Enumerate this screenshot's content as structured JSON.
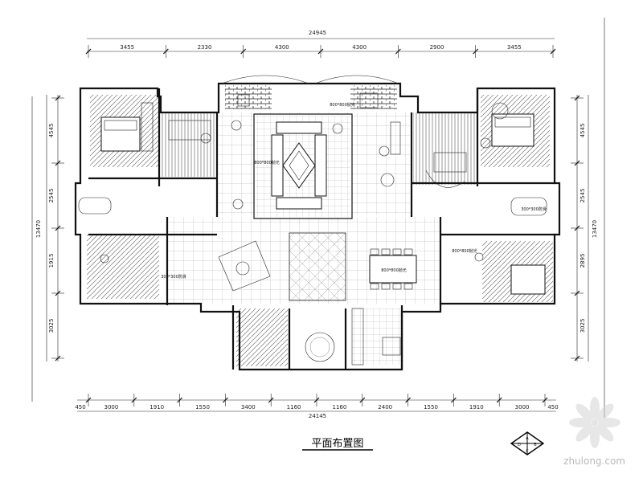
{
  "title": "平面布置图",
  "overall_width": "24145",
  "top_total": "24945",
  "top_dims": [
    "3455",
    "2330",
    "4300",
    "4300",
    "2900",
    "3455"
  ],
  "bottom_dims": [
    "3000",
    "1910",
    "1550",
    "3400",
    "1160",
    "1160",
    "2400",
    "1550",
    "1910",
    "3000"
  ],
  "bottom_edge_left": "450",
  "bottom_edge_right": "450",
  "left_dims": [
    "4545",
    "2545",
    "1915",
    "3025"
  ],
  "left_total": "13470",
  "right_dims": [
    "4545",
    "2545",
    "2895",
    "3025"
  ],
  "right_total": "13470",
  "room_labels": [
    {
      "id": "kitchen-top",
      "text": "800*800抛光"
    },
    {
      "id": "living",
      "text": "800*800抛光"
    },
    {
      "id": "dining",
      "text": "800*800抛光"
    },
    {
      "id": "bath-left",
      "text": "300*300防滑"
    },
    {
      "id": "bath-right",
      "text": "300*300防滑"
    },
    {
      "id": "corridor-right",
      "text": "800*800抛光"
    }
  ],
  "compass_letters": [
    "A",
    "B",
    "C",
    "D"
  ],
  "watermark": "zhulong.com",
  "colors": {
    "line": "#111111",
    "hatch": "#555555",
    "watermark": "#b9b9b9"
  }
}
